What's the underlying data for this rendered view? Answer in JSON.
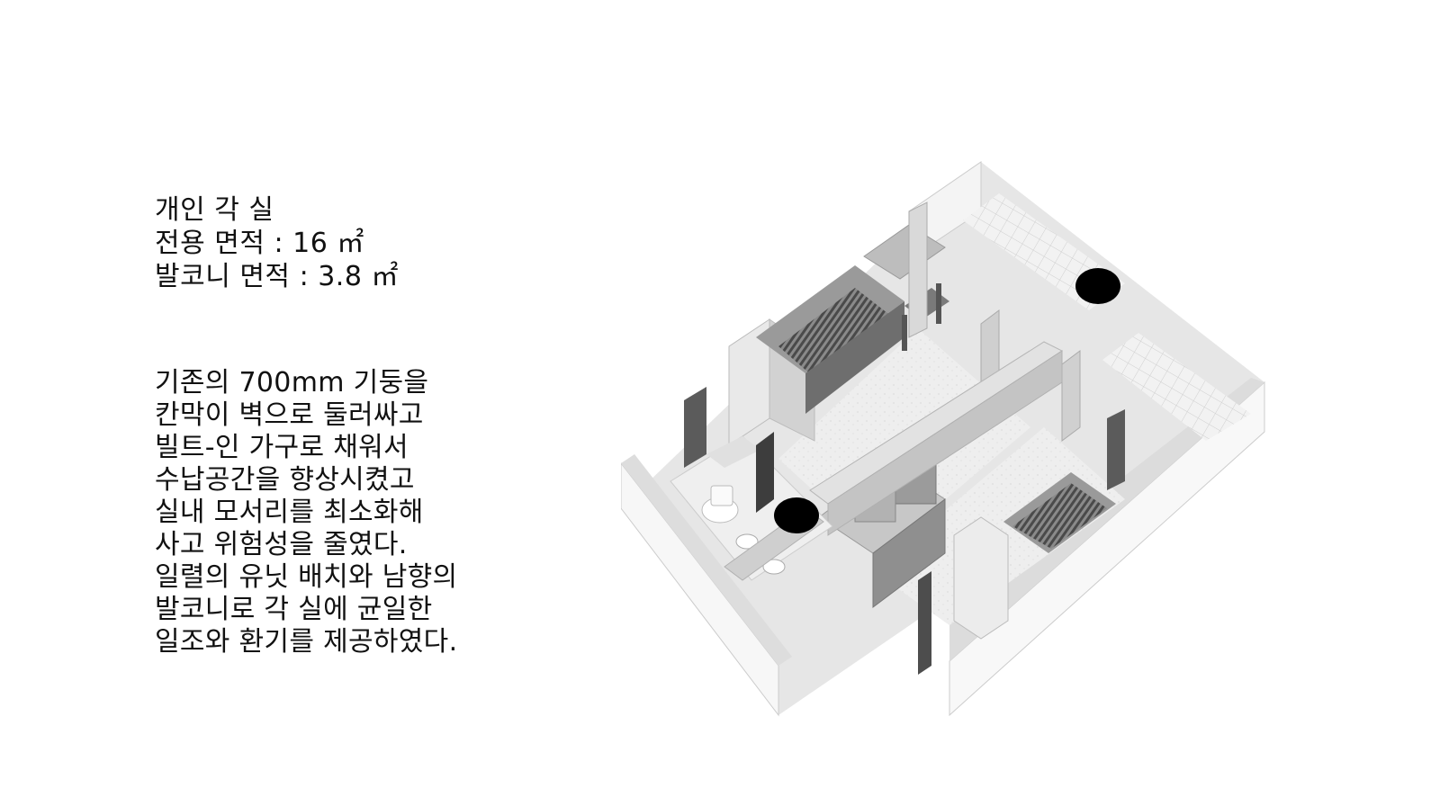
{
  "specs": {
    "title": "개인 각 실",
    "exclusive_area": "전용 면적 : 16 ㎡",
    "balcony_area": "발코니 면적 : 3.8 ㎡"
  },
  "description": {
    "lines": [
      "기존의 700mm 기둥을",
      "칸막이 벽으로 둘러싸고",
      "빌트-인 가구로 채워서",
      "수납공간을 향상시켰고",
      "실내 모서리를 최소화해",
      "사고 위험성을 줄였다.",
      "일렬의 유닛 배치와 남향의",
      "발코니로 각 실에 균일한",
      "일조와 환기를 제공하였다."
    ]
  },
  "plan": {
    "image": "isometric-floor-plan"
  }
}
